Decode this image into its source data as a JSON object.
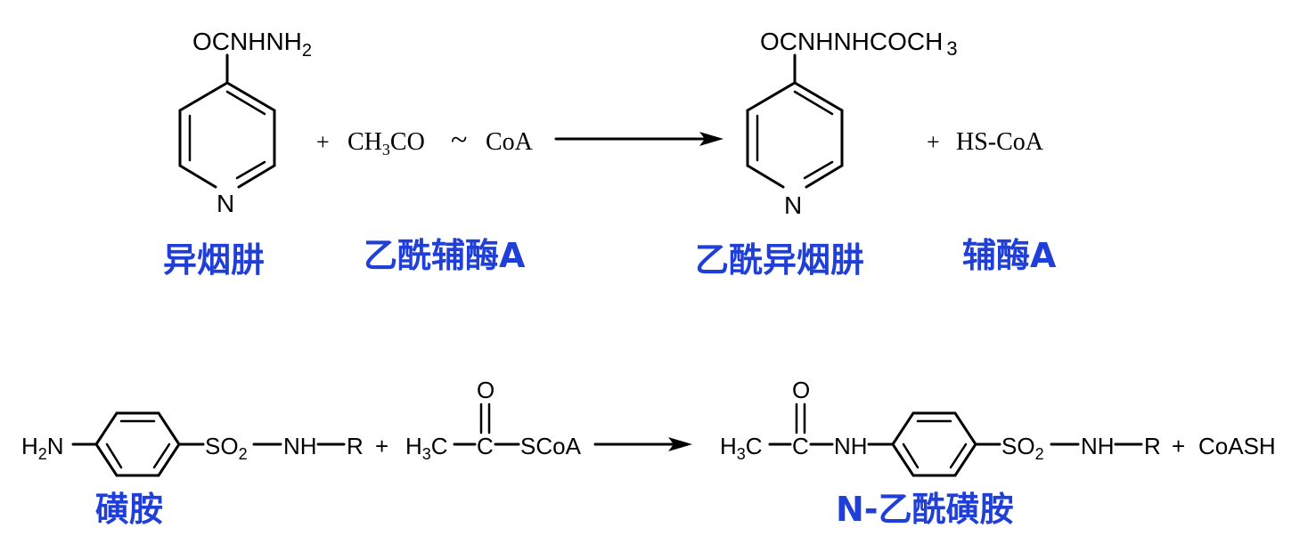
{
  "reaction1": {
    "reactant_group": "OCNHNH",
    "reactant_sub": "2",
    "ring_atom": "N",
    "plus1": "+",
    "reagent_pre": "CH",
    "reagent_sub": "3",
    "reagent_post": "CO",
    "tilde": "~",
    "reagent_coa": "CoA",
    "product_group": "OCNHNHCOCH",
    "product_sub": "3",
    "product_ring_atom": "N",
    "plus2": "+",
    "byproduct": "HS-CoA",
    "label_reactant": "异烟肼",
    "label_reagent": "乙酰辅酶A",
    "label_product": "乙酰异烟肼",
    "label_byproduct": "辅酶A"
  },
  "reaction2": {
    "h2n_pre": "H",
    "h2n_sub": "2",
    "h2n_post": "N",
    "so2_pre": "SO",
    "so2_sub": "2",
    "nh": "NH",
    "r": "R",
    "plus1": "+",
    "h3c_pre": "H",
    "h3c_sub": "3",
    "h3c_post": "C",
    "carbonyl_c": "C",
    "carbonyl_o": "O",
    "scoa": "SCoA",
    "prod_h3c_pre": "H",
    "prod_h3c_sub": "3",
    "prod_h3c_post": "C",
    "prod_carbonyl_c": "C",
    "prod_carbonyl_o": "O",
    "prod_nh": "NH",
    "prod_so2_pre": "SO",
    "prod_so2_sub": "2",
    "prod_nh2": "NH",
    "prod_r": "R",
    "plus2": "+",
    "coash": "CoASH",
    "label_reactant": "磺胺",
    "label_product": "N-乙酰磺胺"
  }
}
